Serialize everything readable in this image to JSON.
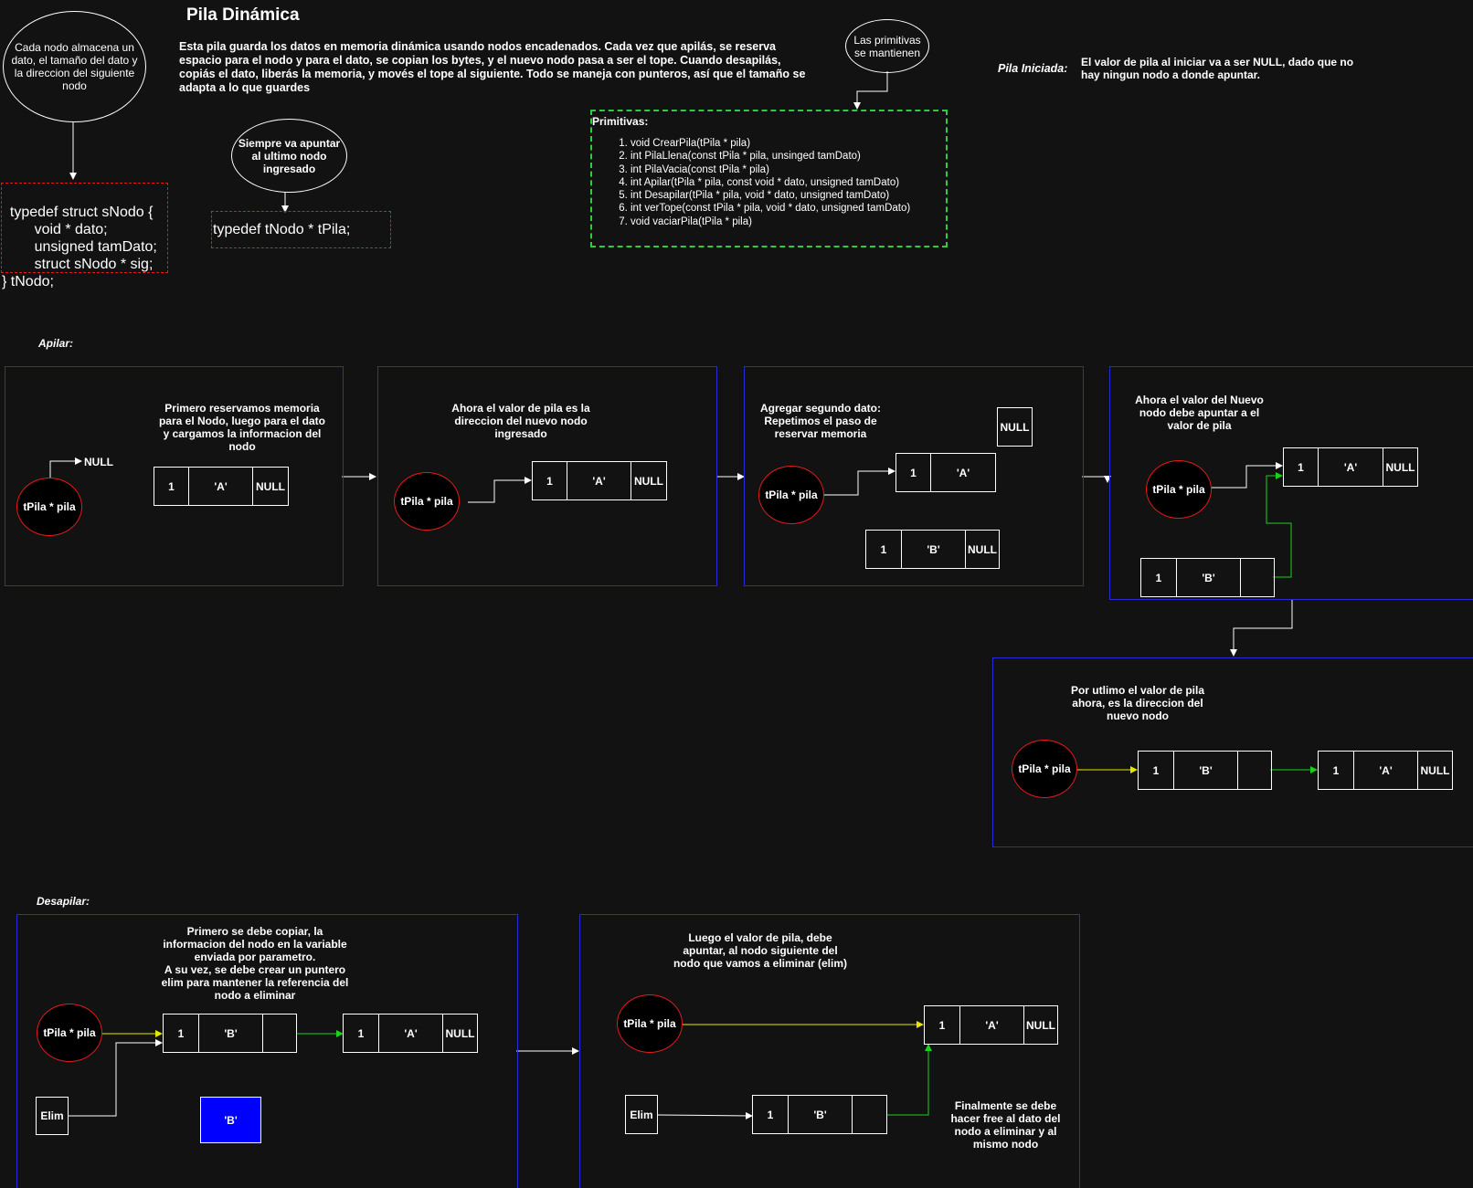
{
  "title": "Pila Dinámica",
  "intro": "Esta pila guarda los datos en memoria dinámica usando nodos encadenados. Cada vez que apilás, se reserva espacio para el nodo y para el dato, se copian los bytes, y el nuevo nodo pasa a ser el tope. Cuando desapilás, copiás el dato, liberás la memoria, y movés el tope al siguiente. Todo se maneja con punteros, así que el tamaño se adapta a lo que guardes",
  "notes": {
    "node_note": "Cada nodo almacena un dato, el tamaño del dato y la direccion del siguiente nodo",
    "last_node_note": "Siempre va apuntar al ultimo nodo ingresado",
    "primitives_note": "Las primitivas se mantienen",
    "init_label": "Pila Iniciada:",
    "init_text": "El valor de pila al iniciar va a ser NULL, dado que no hay ningun nodo a donde apuntar."
  },
  "code": {
    "struct": "typedef struct sNodo {\n        void * dato;\n        unsigned tamDato;\n        struct sNodo * sig;\n} tNodo;",
    "typedef": "typedef tNodo * tPila;"
  },
  "primitives": {
    "heading": "Primitivas:",
    "items": [
      "void CrearPila(tPila * pila)",
      "int PilaLlena(const tPila * pila, unsinged tamDato)",
      "int PilaVacia(const tPila * pila)",
      "int Apilar(tPila * pila, const void * dato, unsigned tamDato)",
      "int Desapilar(tPila * pila, void * dato, unsigned tamDato)",
      "int verTope(const tPila * pila, void * dato, unsigned tamDato)",
      "void vaciarPila(tPila * pila)"
    ]
  },
  "sections": {
    "apilar": "Apilar:",
    "desapilar": "Desapilar:"
  },
  "steps": {
    "s1": "Primero reservamos memoria para el Nodo, luego para el dato y cargamos la informacion del nodo",
    "s2": "Ahora el valor de pila es la direccion del nuevo nodo ingresado",
    "s3": "Agregar segundo dato: Repetimos el paso de reservar memoria",
    "s4": "Ahora el valor del Nuevo nodo debe apuntar a el valor de pila",
    "s5": "Por utlimo el valor de pila ahora, es la direccion del nuevo nodo",
    "d1": "Primero se debe copiar, la informacion del nodo en la variable enviada por parametro.\nA su vez, se debe crear un puntero elim para mantener la referencia del nodo a eliminar",
    "d2": "Luego el valor de pila, debe apuntar, al nodo siguiente del nodo que vamos a eliminar (elim)",
    "d3": "Finalmente se debe hacer free al dato del nodo a eliminar y al mismo nodo"
  },
  "labels": {
    "pila": "tPila * pila",
    "null": "NULL",
    "one": "1",
    "a": "'A'",
    "b": "'B'",
    "elim": "Elim"
  },
  "colors": {
    "background": "#121212",
    "pointer_circle": "#e51a1a",
    "panel_border": "#2b2bd6",
    "code_border": "#e51a1a",
    "primitives_border": "#2ecc40",
    "arrow_yellow": "#e6e600",
    "arrow_green": "#19d119",
    "copied_data_box": "#0000ff"
  }
}
